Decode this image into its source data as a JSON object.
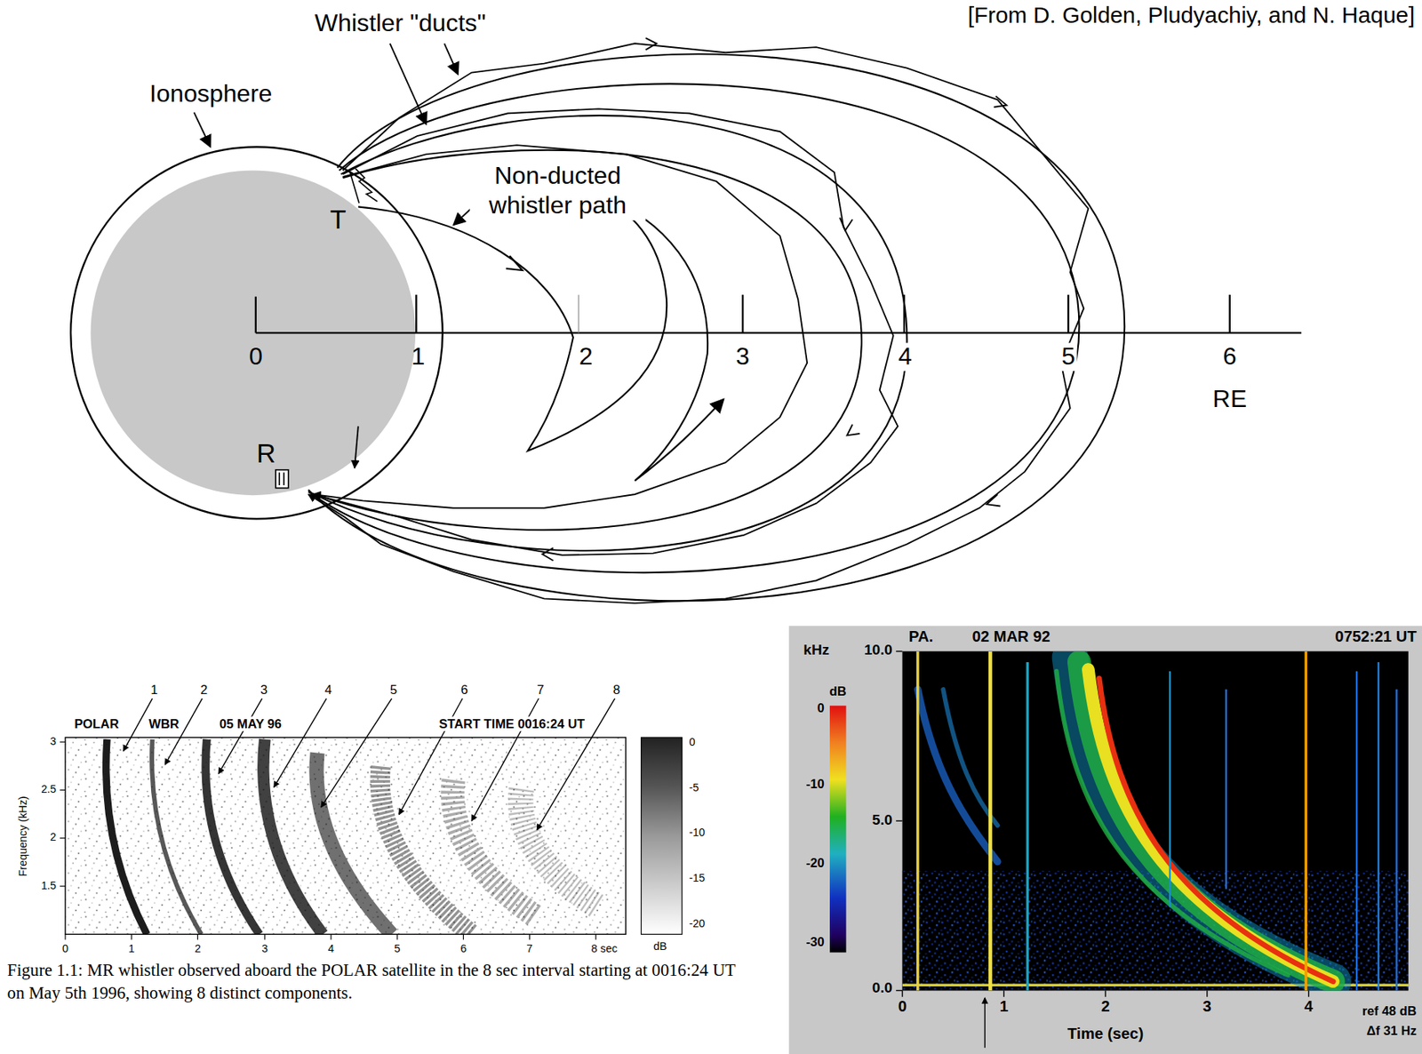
{
  "diagram": {
    "caption": "Figure 1.1: MR whistler observed aboard the POLAR satellite in the 8 sec interval starting at 0016:24 UT on May 5th 1996, showing 8 distinct components.",
    "labels": [
      "[From D. Golden, Pludyachiy, and N. Haque]",
      "Whistler \"ducts\"",
      "Ionosphere",
      "Non-ducted whistler path",
      "T",
      "R",
      "0",
      "1",
      "2",
      "3",
      "4",
      "5",
      "6",
      "RE",
      "1",
      "2",
      "3",
      "4",
      "5",
      "6",
      "7",
      "8",
      "POLAR",
      "WBR",
      "05 MAY 96",
      "START TIME 0016:24 UT",
      "Frequency (kHz)",
      "3",
      "2.5",
      "2",
      "1.5",
      "0",
      "1",
      "2",
      "3",
      "4",
      "5",
      "6",
      "7",
      "8 sec",
      "0",
      "-5",
      "-10",
      "-15",
      "-20",
      "dB",
      "PA.",
      "02 MAR 92",
      "0752:21 UT",
      "kHz",
      "10.0",
      "5.0",
      "0.0",
      "dB",
      "0",
      "-10",
      "-20",
      "-30",
      "0",
      "1",
      "2",
      "3",
      "4",
      "Time (sec)",
      "ref 48 dB",
      "Δf 31 Hz"
    ]
  }
}
